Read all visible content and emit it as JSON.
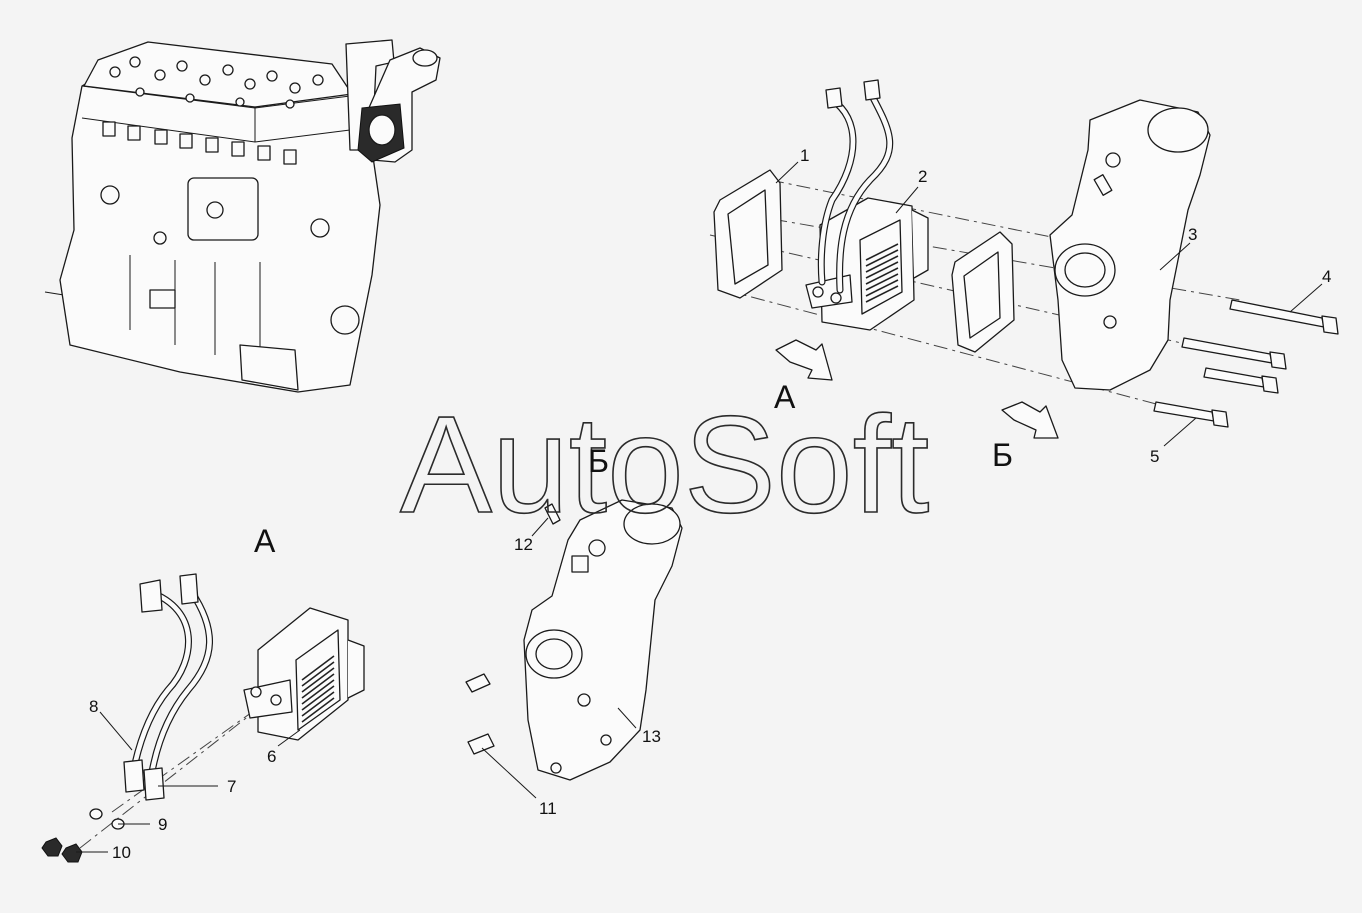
{
  "watermark": "AutoSoft",
  "views": {
    "a_top": "А",
    "b_top": "Б",
    "a_detail": "А",
    "b_detail": "Б"
  },
  "callouts": {
    "c1": "1",
    "c2": "2",
    "c3": "3",
    "c4": "4",
    "c5": "5",
    "c6": "6",
    "c7": "7",
    "c8": "8",
    "c9": "9",
    "c10": "10",
    "c11": "11",
    "c12": "12",
    "c13": "13"
  }
}
